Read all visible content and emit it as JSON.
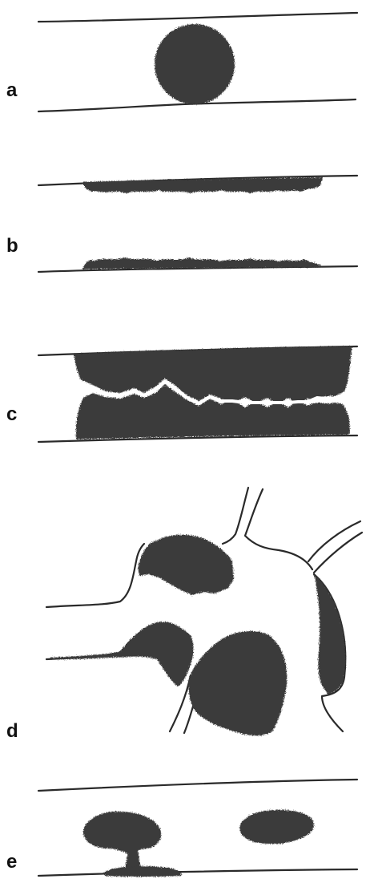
{
  "figure": {
    "panels": [
      {
        "id": "a",
        "label": "a"
      },
      {
        "id": "b",
        "label": "b"
      },
      {
        "id": "c",
        "label": "c"
      },
      {
        "id": "d",
        "label": "d"
      },
      {
        "id": "e",
        "label": "e"
      }
    ]
  },
  "colors": {
    "ink": "#2a2a2a",
    "fill": "#3a3a3a",
    "background": "#ffffff"
  }
}
